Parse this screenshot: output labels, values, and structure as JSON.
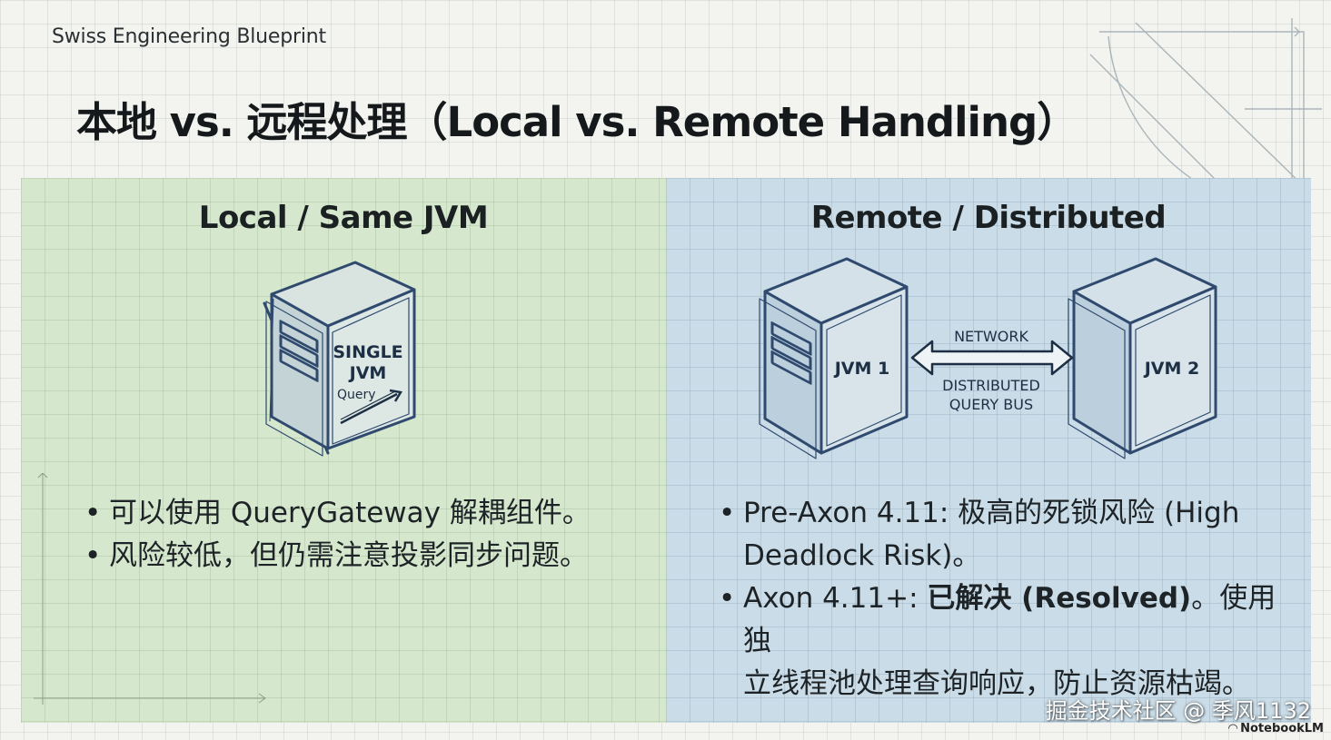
{
  "brand": "Swiss Engineering Blueprint",
  "title": "本地 vs. 远程处理（Local vs. Remote Handling）",
  "left": {
    "heading": "Local / Same JVM",
    "server_label_1": "SINGLE",
    "server_label_2": "JVM",
    "arrow_label": "Query",
    "bullets": [
      "可以使用 QueryGateway 解耦组件。",
      "风险较低，但仍需注意投影同步问题。"
    ]
  },
  "right": {
    "heading": "Remote / Distributed",
    "server1_label": "JVM 1",
    "server2_label": "JVM 2",
    "link_top": "NETWORK",
    "link_bottom_1": "DISTRIBUTED",
    "link_bottom_2": "QUERY BUS",
    "bullet1_line1": "Pre-Axon 4.11: 极高的死锁风险 (High",
    "bullet1_line2": "Deadlock Risk)。",
    "bullet2_prefix": "Axon 4.11+: ",
    "bullet2_bold": "已解决 (Resolved)",
    "bullet2_rest1": "。使用独",
    "bullet2_line2": "立线程池处理查询响应，防止资源枯竭。"
  },
  "watermark": "掘金技术社区 @ 季风1132",
  "footer_brand": "NotebookLM"
}
